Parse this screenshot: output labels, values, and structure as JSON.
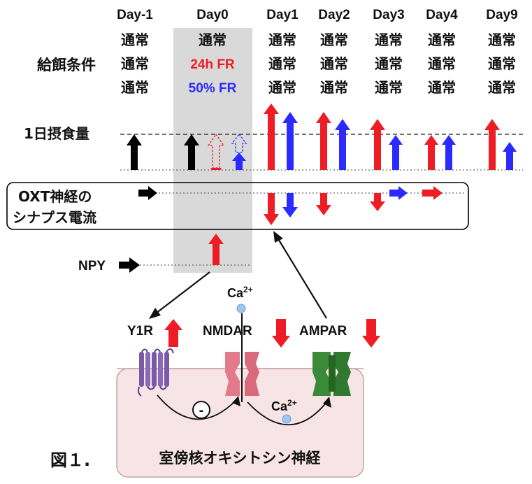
{
  "days": [
    "Day-1",
    "Day0",
    "Day1",
    "Day2",
    "Day3",
    "Day4",
    "Day9"
  ],
  "feeding": {
    "label": "給餌条件",
    "normal": "通常",
    "fr24": "24h FR",
    "fr50": "50% FR"
  },
  "intake_label": "1日摂食量",
  "oxt_label_line1": "OXT神経の",
  "oxt_label_line2": "シナプス電流",
  "npy_label": "NPY",
  "receptors": {
    "y1r": "Y1R",
    "nmdar": "NMDAR",
    "ampar": "AMPAR"
  },
  "ca_main": "Ca",
  "ca_sup": "2+",
  "inhibit_symbol": "-",
  "cell_label": "室傍核オキシトシン神経",
  "figure_label": "図１.",
  "colors": {
    "red": "#ee1c24",
    "blue": "#2b2bff",
    "black": "#000000",
    "shade": "#d9d9d9",
    "cell": "#f7e4e6",
    "cell_border": "#c9a3a8",
    "y1r": "#7a5aa8",
    "nmdar": "#e27a8c",
    "ampar": "#3a8a3a"
  }
}
